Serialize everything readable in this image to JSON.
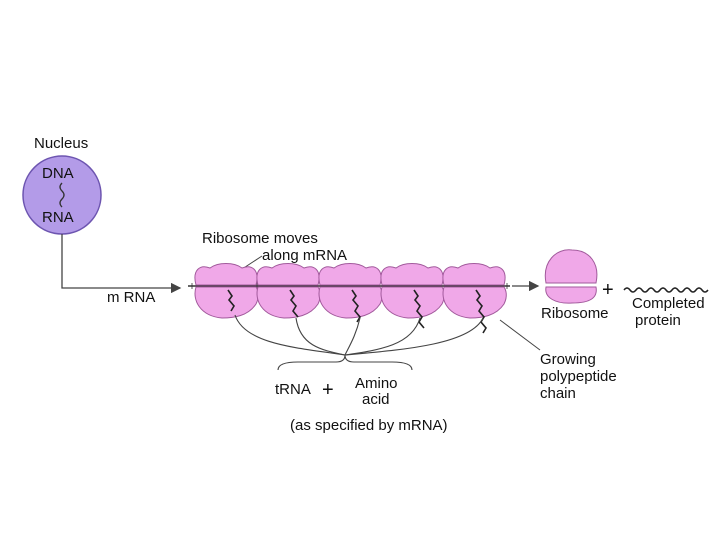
{
  "labels": {
    "nucleus": "Nucleus",
    "dna": "DNA",
    "rna": "RNA",
    "mrna": "m RNA",
    "ribosome_moves_line1": "Ribosome moves",
    "ribosome_moves_line2": "along mRNA",
    "ribosome": "Ribosome",
    "completed_line1": "Completed",
    "completed_line2": "protein",
    "growing_line1": "Growing",
    "growing_line2": "polypeptide",
    "growing_line3": "chain",
    "trna": "tRNA",
    "plus": "+",
    "amino_line1": "Amino",
    "amino_line2": "acid",
    "specified": "(as specified by mRNA)"
  },
  "colors": {
    "nucleus_fill": "#b39be8",
    "ribosome_fill": "#f0a8e8",
    "ribosome_stroke": "#a25a9c",
    "line": "#444444"
  },
  "icons": {
    "nucleus": "nucleus-circle-icon",
    "ribosome": "ribosome-icon",
    "arrow": "arrow-right-icon"
  }
}
